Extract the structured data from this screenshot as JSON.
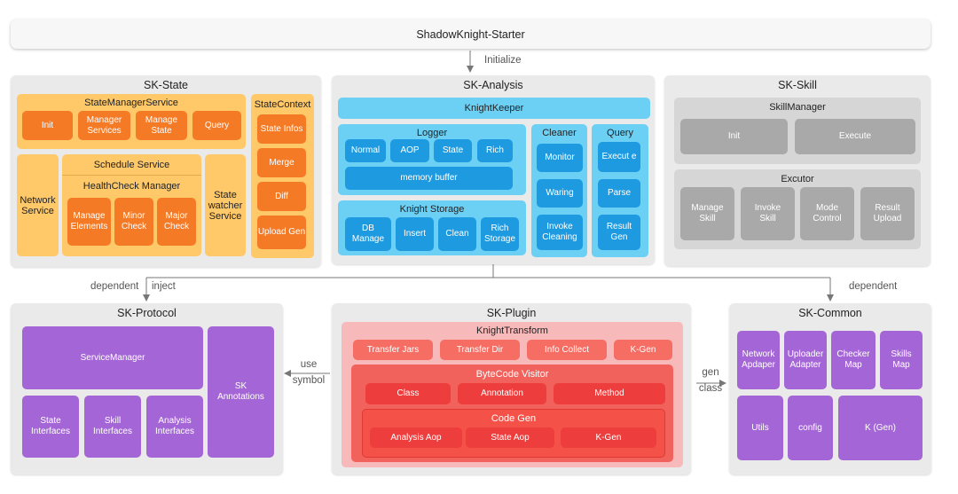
{
  "starter": {
    "title": "ShadowKnight-Starter"
  },
  "connectors": {
    "initialize": "Initialize",
    "dependent_left": "dependent",
    "inject": "inject",
    "dependent_right": "dependent",
    "use": "use",
    "symbol": "symbol",
    "gen": "gen",
    "class": "class"
  },
  "sk_state": {
    "title": "SK-State",
    "state_manager": {
      "title": "StateManagerService",
      "buttons": [
        "Init",
        "Manager Services",
        "Manage State",
        "Query"
      ]
    },
    "network_service": "Network Service",
    "schedule_service": "Schedule Service",
    "healthcheck": {
      "title": "HealthCheck Manager",
      "buttons": [
        "Manage Elements",
        "Minor Check",
        "Major Check"
      ]
    },
    "state_watcher": "State watcher Service",
    "state_context": {
      "title": "StateContext",
      "buttons": [
        "State Infos",
        "Merge",
        "Diff",
        "Upload Gen"
      ]
    }
  },
  "sk_analysis": {
    "title": "SK-Analysis",
    "knight_keeper": "KnightKeeper",
    "logger": {
      "title": "Logger",
      "buttons": [
        "Normal",
        "AOP",
        "State",
        "Rich"
      ],
      "memory_buffer": "memory buffer"
    },
    "cleaner": {
      "title": "Cleaner",
      "buttons": [
        "Monitor",
        "Waring",
        "Invoke Cleaning"
      ]
    },
    "query": {
      "title": "Query",
      "buttons": [
        "Execut e",
        "Parse",
        "Result Gen"
      ]
    },
    "knight_storage": {
      "title": "Knight Storage",
      "buttons": [
        "DB Manage",
        "Insert",
        "Clean",
        "Rich Storage"
      ]
    }
  },
  "sk_skill": {
    "title": "SK-Skill",
    "skill_manager": {
      "title": "SkillManager",
      "buttons": [
        "Init",
        "Execute"
      ]
    },
    "excutor": {
      "title": "Excutor",
      "buttons": [
        "Manage Skill",
        "Invoke Skill",
        "Mode Control",
        "Result Upload"
      ]
    }
  },
  "sk_protocol": {
    "title": "SK-Protocol",
    "service_manager": "ServiceManager",
    "annotations": "SK Annotations",
    "interfaces": [
      "State Interfaces",
      "Skill Interfaces",
      "Analysis Interfaces"
    ]
  },
  "sk_plugin": {
    "title": "SK-Plugin",
    "knight_transform": "KnightTransform",
    "transform_buttons": [
      "Transfer Jars",
      "Transfer Dir",
      "Info Collect",
      "K-Gen"
    ],
    "bytecode_visitor": {
      "title": "ByteCode Visitor",
      "buttons": [
        "Class",
        "Annotation",
        "Method"
      ]
    },
    "code_gen": {
      "title": "Code Gen",
      "buttons": [
        "Analysis Aop",
        "State Aop",
        "K-Gen"
      ]
    }
  },
  "sk_common": {
    "title": "SK-Common",
    "top": [
      "Network Apdaper",
      "Uploader Adapter",
      "Checker Map",
      "Skills Map"
    ],
    "bottom": [
      "Utils",
      "config",
      "K (Gen)"
    ]
  }
}
